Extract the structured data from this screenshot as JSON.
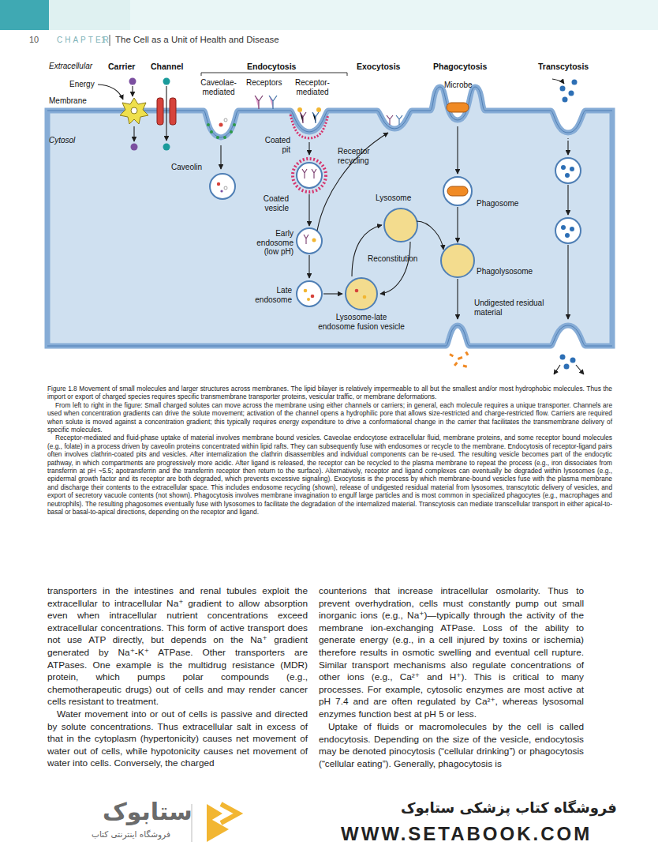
{
  "diagram": {
    "caption": "Figure 1.8 Movement of small molecules and larger structures across membranes. The lipid bilayer is relatively impermeable to all but the smallest and/or most hydrophobic molecules. Thus the import or export of charged species requires specific transmembrane transporter proteins, vesicular traffic, or membrane deformations.",
    "labels": [
      "10",
      "CHAPTER",
      "1",
      "The Cell as a Unit of Health and Disease",
      "Extracellular",
      "Carrier",
      "Channel",
      "Endocytosis",
      "Exocytosis",
      "Phagocytosis",
      "Transcytosis",
      "Energy",
      "Caveolae-mediated",
      "Receptors",
      "Receptor-mediated",
      "Microbe",
      "Membrane",
      "Cytosol",
      "Caveolin",
      "Coated pit",
      "Receptor recycling",
      "Lysosome",
      "Coated vesicle",
      "Phagosome",
      "Early endosome (low pH)",
      "Reconstitution",
      "Phagolysosome",
      "Late endosome",
      "Lysosome-late endosome fusion vesicle",
      "Undigested residual material",
      "From left to right in the figure: Small charged solutes can move across the membrane using either channels or carriers; in general, each molecule requires a unique transporter. Channels are used when concentration gradients can drive the solute movement; activation of the channel opens a hydrophilic pore that allows size-restricted and charge-restricted flow. Carriers are required when solute is moved against a concentration gradient; this typically requires energy expenditure to drive a conformational change in the carrier that facilitates the transmembrane delivery of specific molecules.",
      "Receptor-mediated and fluid-phase uptake of material involves membrane bound vesicles. Caveolae endocytose extracellular fluid, membrane proteins, and some receptor bound molecules (e.g., folate) in a process driven by caveolin proteins concentrated within lipid rafts. They can subsequently fuse with endosomes or recycle to the membrane. Endocytosis of receptor-ligand pairs often involves clathrin-coated pits and vesicles. After internalization the clathrin disassembles and individual components can be re-used. The resulting vesicle becomes part of the endocytic pathway, in which compartments are progressively more acidic. After ligand is released, the receptor can be recycled to the plasma membrane to repeat the process (e.g., iron dissociates from transferrin at pH ~5.5; apotransferrin and the transferrin receptor then return to the surface). Alternatively, receptor and ligand complexes can eventually be degraded within lysosomes (e.g., epidermal growth factor and its receptor are both degraded, which prevents excessive signaling). Exocytosis is the process by which membrane-bound vesicles fuse with the plasma membrane and discharge their contents to the extracellular space. This includes endosome recycling (shown), release of undigested residual material from lysosomes, transcytotic delivery of vesicles, and export of secretory vacuole contents (not shown). Phagocytosis involves membrane invagination to engulf large particles and is most common in specialized phagocytes (e.g., macrophages and neutrophils). The resulting phagosomes eventually fuse with lysosomes to facilitate the degradation of the internalized material. Transcytosis can mediate transcellular transport in either apical-to-basal or basal-to-apical directions, depending on the receptor and ligand.",
      "transporters in the intestines and renal tubules exploit the extracellular to intracellular Na⁺ gradient to allow absorption even when intracellular nutrient concentrations exceed extracellular concentrations. This form of active transport does not use ATP directly, but depends on the Na⁺ gradient generated by Na⁺-K⁺ ATPase. Other transporters are ATPases. One example is the multidrug resistance (MDR) protein, which pumps polar compounds (e.g., chemotherapeutic drugs) out of cells and may render cancer cells resistant to treatment.",
      "Water movement into or out of cells is passive and directed by solute concentrations. Thus extracellular salt in excess of that in the cytoplasm (hypertonicity) causes net movement of water out of cells, while hypotonicity causes net movement of water into cells. Conversely, the charged",
      "counterions that increase intracellular osmolarity. Thus to prevent overhydration, cells must constantly pump out small inorganic ions (e.g., Na⁺)—typically through the activity of the membrane ion-exchanging ATPase. Loss of the ability to generate energy (e.g., in a cell injured by toxins or ischemia) therefore results in osmotic swelling and eventual cell rupture. Similar transport mechanisms also regulate concentrations of other ions (e.g., Ca²⁺ and H⁺). This is critical to many processes. For example, cytosolic enzymes are most active at pH 7.4 and are often regulated by Ca²⁺, whereas lysosomal enzymes function best at pH 5 or less.",
      "Uptake of fluids or macromolecules by the cell is called endocytosis. Depending on the size of the vesicle, endocytosis may be denoted pinocytosis (“cellular drinking”) or phagocytosis (“cellular eating”). Generally, phagocytosis is",
      "ستابوک",
      "فروشگاه اینترنتی کتاب",
      "فروشگاه کتاب پزشکی ستابوک",
      "WWW.SETABOOK.COM"
    ]
  }
}
